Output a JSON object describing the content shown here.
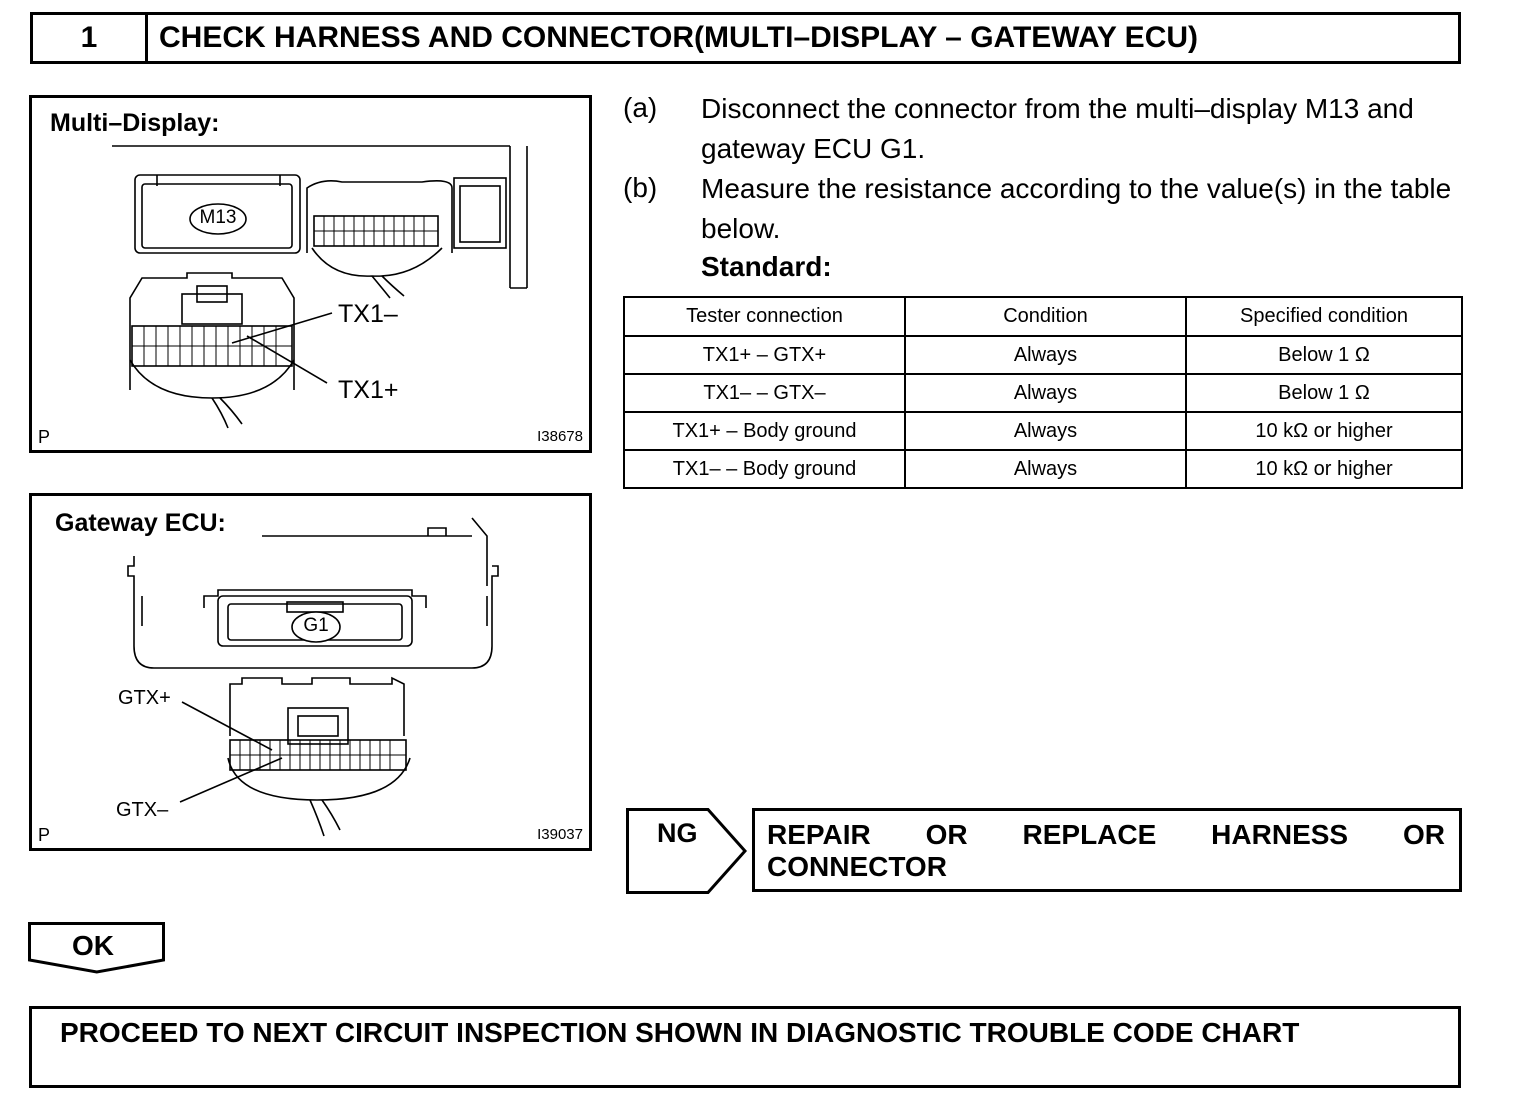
{
  "header": {
    "step_number": "1",
    "title": "CHECK HARNESS AND CONNECTOR(MULTI–DISPLAY – GATEWAY ECU)"
  },
  "figure_multi_display": {
    "title": "Multi–Display:",
    "connector_label": "M13",
    "callout_1": "TX1–",
    "callout_2": "TX1+",
    "corner_mark": "P",
    "figure_code": "I38678"
  },
  "figure_gateway": {
    "title": "Gateway ECU:",
    "connector_label": "G1",
    "callout_1": "GTX+",
    "callout_2": "GTX–",
    "corner_mark": "P",
    "figure_code": "I39037"
  },
  "instructions": {
    "a_letter": "(a)",
    "a_text": "Disconnect the connector from the multi–display M13 and gateway ECU G1.",
    "b_letter": "(b)",
    "b_text": "Measure the resistance according to the value(s) in the table below.",
    "standard_label": "Standard:"
  },
  "spec_table": {
    "headers": [
      "Tester connection",
      "Condition",
      "Specified condition"
    ],
    "rows": [
      [
        "TX1+ – GTX+",
        "Always",
        "Below 1 Ω"
      ],
      [
        "TX1– – GTX–",
        "Always",
        "Below 1 Ω"
      ],
      [
        "TX1+ – Body ground",
        "Always",
        "10 kΩ or higher"
      ],
      [
        "TX1– – Body ground",
        "Always",
        "10 kΩ or higher"
      ]
    ]
  },
  "ng": {
    "label": "NG",
    "result": "REPAIR OR REPLACE HARNESS OR CONNECTOR"
  },
  "ok": {
    "label": "OK",
    "result": "PROCEED TO NEXT CIRCUIT INSPECTION SHOWN IN DIAGNOSTIC TROUBLE CODE CHART"
  }
}
